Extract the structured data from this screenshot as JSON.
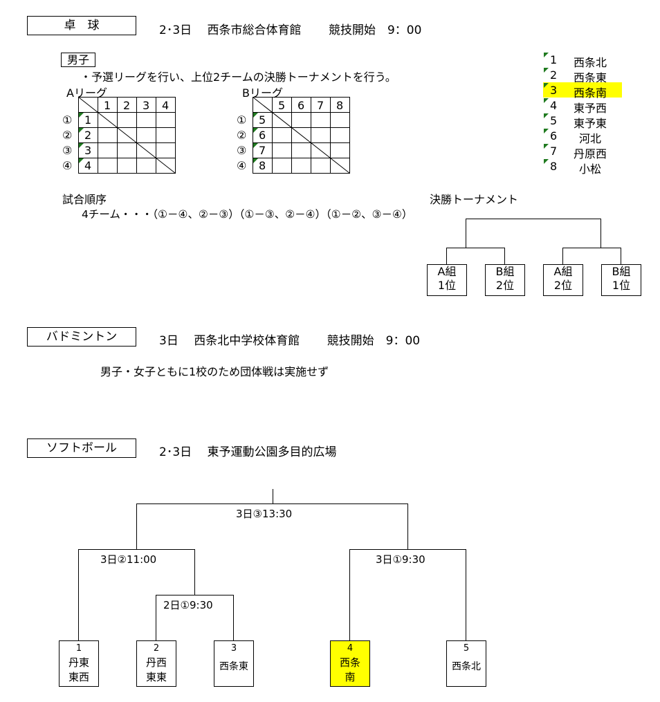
{
  "table_tennis": {
    "title": "卓　球",
    "info": "2･3日　 西条市総合体育館　　 競技開始　9：00",
    "boys_label": "男子",
    "description": "・予選リーグを行い、上位2チームの決勝トーナメントを行う。",
    "league_a": {
      "label": "Aリーグ",
      "header": [
        "1",
        "2",
        "3",
        "4"
      ],
      "rows": [
        "1",
        "2",
        "3",
        "4"
      ],
      "circled": [
        "①",
        "②",
        "③",
        "④"
      ]
    },
    "league_b": {
      "label": "Bリーグ",
      "header": [
        "5",
        "6",
        "7",
        "8"
      ],
      "rows": [
        "5",
        "6",
        "7",
        "8"
      ],
      "circled": [
        "①",
        "②",
        "③",
        "④"
      ]
    },
    "order_label": "試合順序",
    "order_text": "4チーム・・・（①－④、②－③）（①－③、②－④）（①－②、③－④）",
    "final_label": "決勝トーナメント",
    "final_boxes": [
      {
        "line1": "A組",
        "line2": "1位"
      },
      {
        "line1": "B組",
        "line2": "2位"
      },
      {
        "line1": "A組",
        "line2": "2位"
      },
      {
        "line1": "B組",
        "line2": "1位"
      }
    ],
    "teams": [
      {
        "num": "1",
        "name": "西条北"
      },
      {
        "num": "2",
        "name": "西条東"
      },
      {
        "num": "3",
        "name": "西条南",
        "highlight": true
      },
      {
        "num": "4",
        "name": "東予西"
      },
      {
        "num": "5",
        "name": "東予東"
      },
      {
        "num": "6",
        "name": "河北"
      },
      {
        "num": "7",
        "name": "丹原西"
      },
      {
        "num": "8",
        "name": "小松"
      }
    ],
    "highlight_color": "#ffff00"
  },
  "badminton": {
    "title": "バドミントン",
    "info": "3日　 西条北中学校体育館　　 競技開始　9：00",
    "note": "男子・女子ともに1校のため団体戦は実施せず"
  },
  "softball": {
    "title": "ソフトボール",
    "info": "2･3日　 東予運動公園多目的広場",
    "match_final": "3日③13:30",
    "match_left": "3日②11:00",
    "match_right": "3日①9:30",
    "match_first": "2日①9:30",
    "teams": [
      {
        "num": "1",
        "line1": "丹東",
        "line2": "東西"
      },
      {
        "num": "2",
        "line1": "丹西",
        "line2": "東東"
      },
      {
        "num": "3",
        "line1": "西条東",
        "line2": ""
      },
      {
        "num": "4",
        "line1": "西条",
        "line2": "南",
        "highlight": true
      },
      {
        "num": "5",
        "line1": "西条北",
        "line2": ""
      }
    ],
    "highlight_color": "#ffff00"
  }
}
